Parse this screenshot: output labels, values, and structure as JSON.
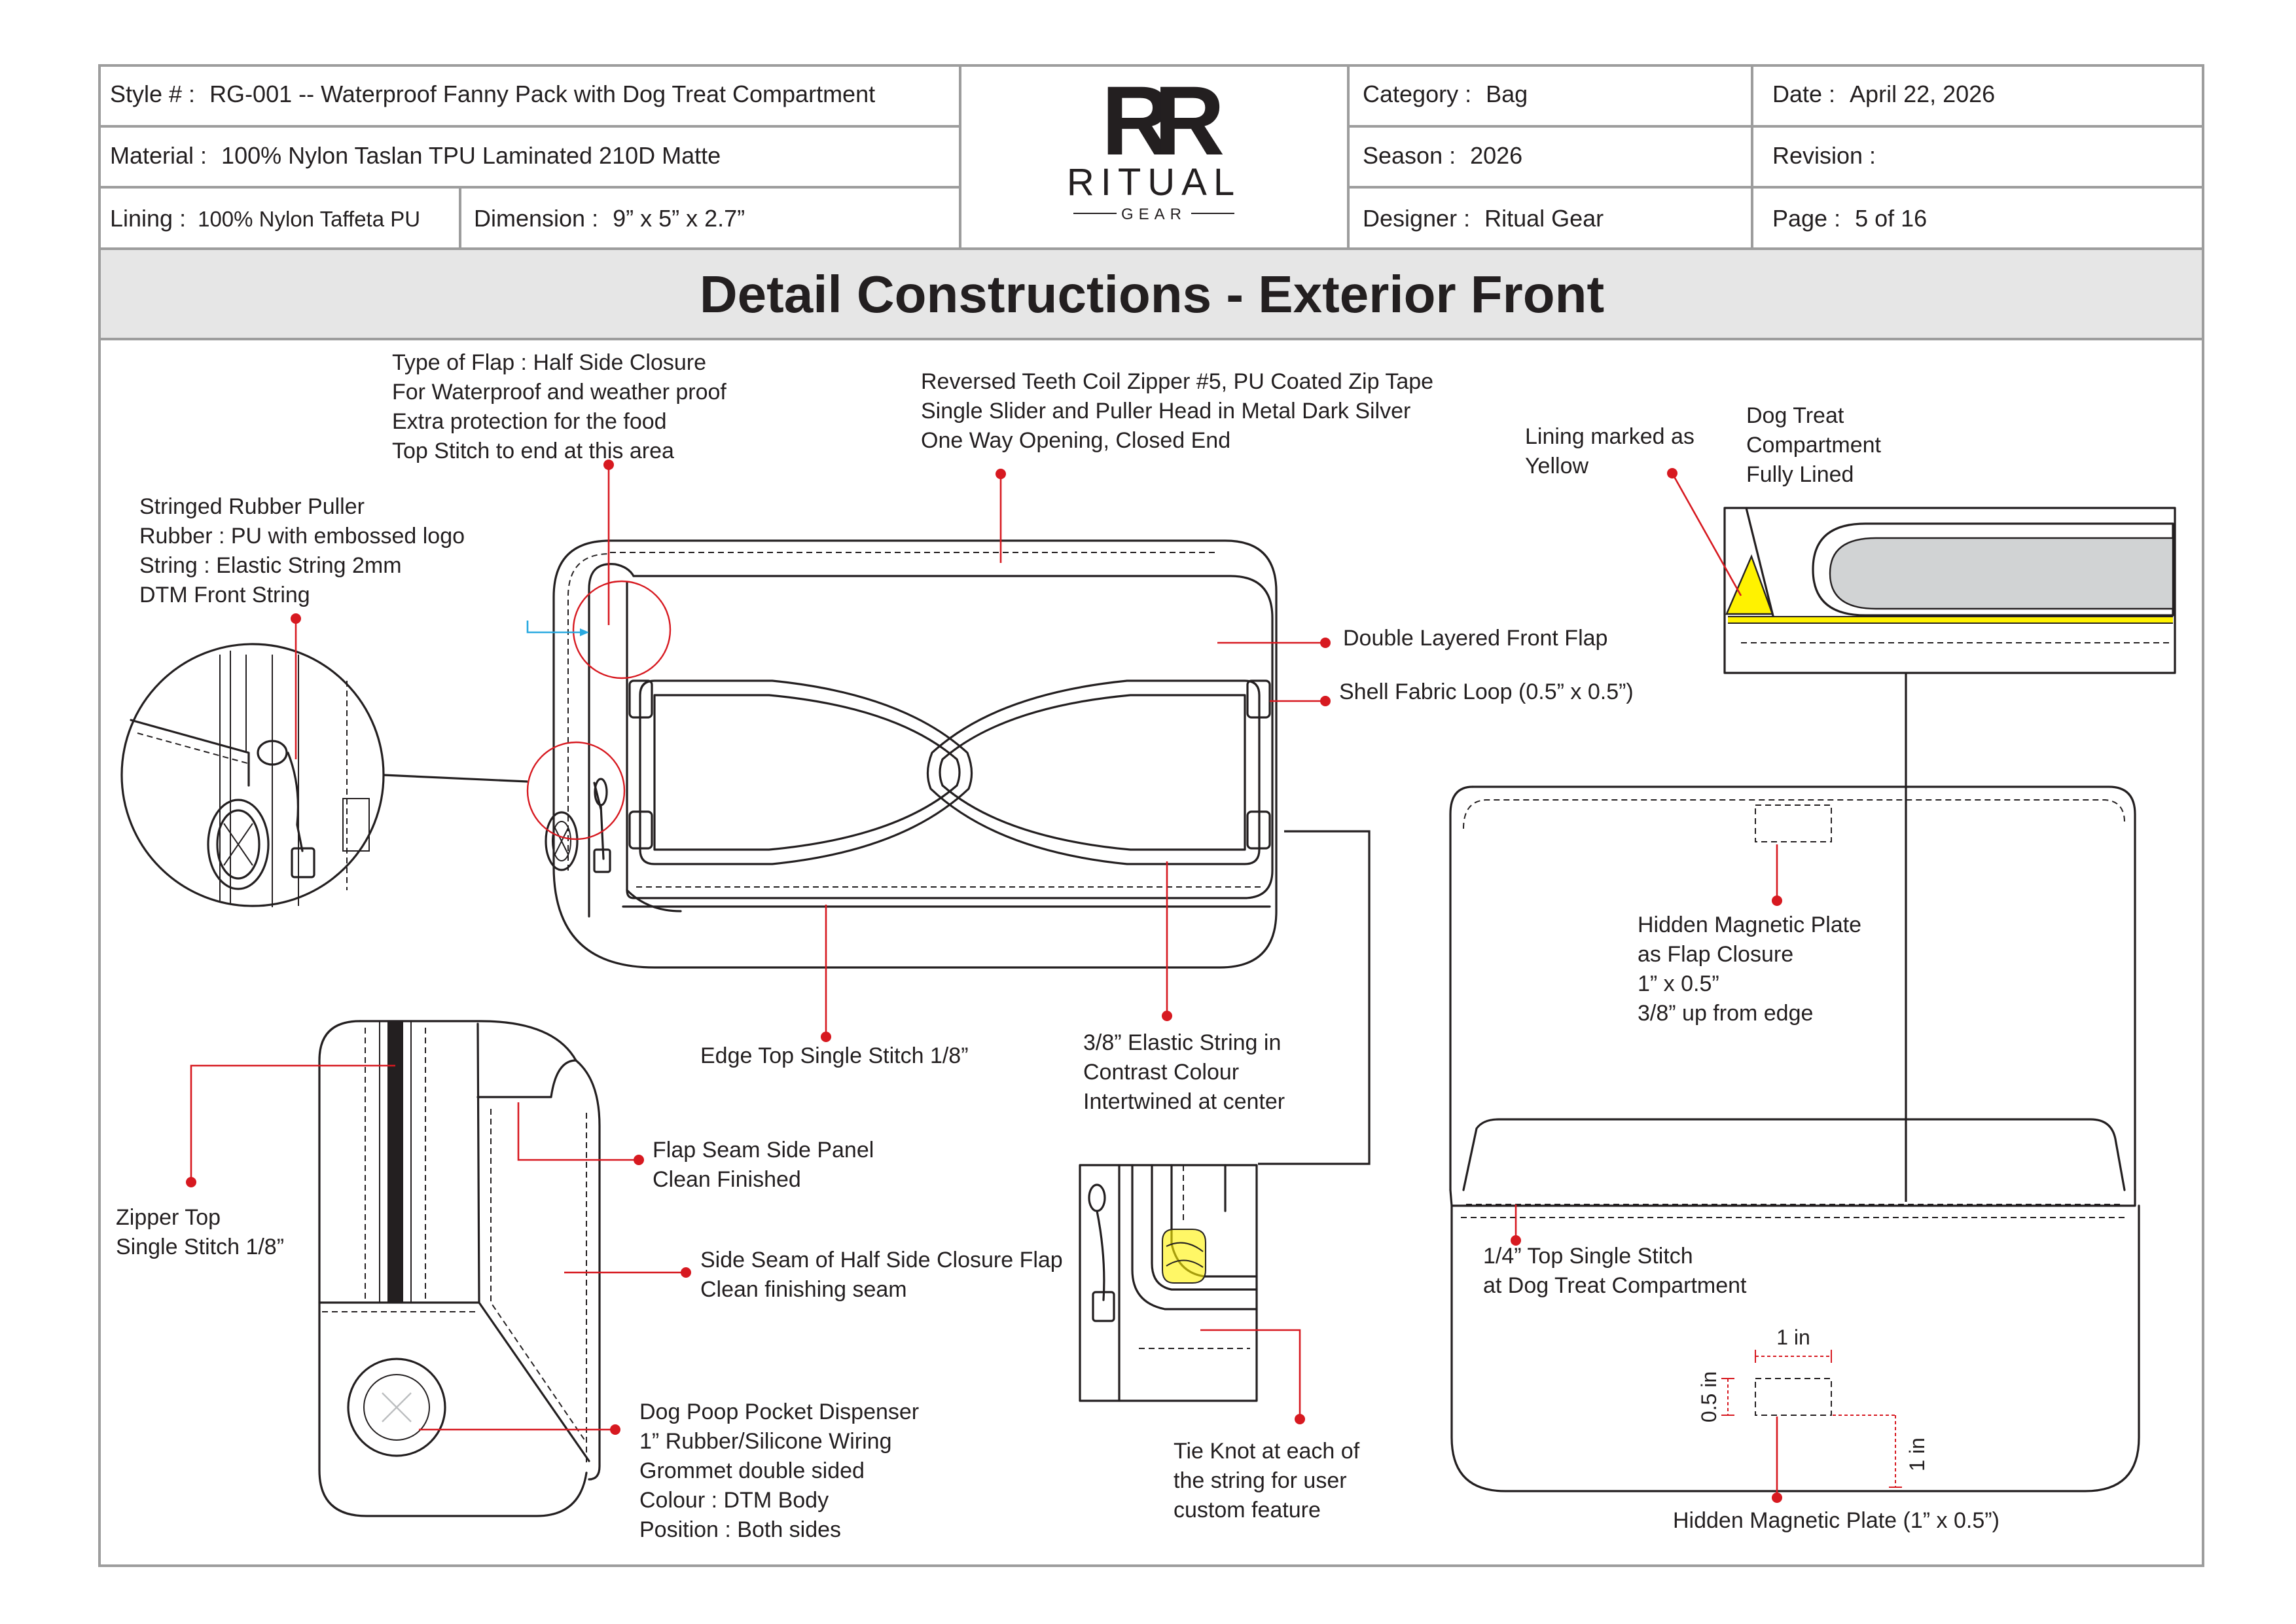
{
  "header": {
    "style_label": "Style # :",
    "style_value": "RG-001 -- Waterproof Fanny Pack with Dog Treat Compartment",
    "material_label": "Material :",
    "material_value": "100% Nylon Taslan TPU Laminated 210D Matte",
    "lining_label": "Lining :",
    "lining_value": "100% Nylon Taffeta PU",
    "dimension_label": "Dimension :",
    "dimension_value": "9” x 5” x 2.7”",
    "category_label": "Category :",
    "category_value": "Bag",
    "season_label": "Season :",
    "season_value": "2026",
    "designer_label": "Designer :",
    "designer_value": "Ritual Gear",
    "date_label": "Date :",
    "date_value": "April 22, 2026",
    "revision_label": "Revision :",
    "revision_value": "",
    "page_label": "Page :",
    "page_value": "5 of 16"
  },
  "brand": {
    "monogram": "RR",
    "name": "RITUAL",
    "sub": "GEAR"
  },
  "title": "Detail Constructions - Exterior Front",
  "callouts": {
    "flap_type": [
      "Type of Flap : Half Side Closure",
      "For Waterproof and weather proof",
      "Extra protection for the food",
      "Top Stitch to end at this area"
    ],
    "zipper": [
      "Reversed Teeth Coil Zipper #5, PU Coated Zip Tape",
      "Single Slider and Puller Head in Metal Dark Silver",
      "One Way Opening, Closed End"
    ],
    "lining_yellow": [
      "Lining marked as",
      "Yellow"
    ],
    "dog_treat": [
      "Dog Treat",
      "Compartment",
      "Fully Lined"
    ],
    "puller": [
      "Stringed Rubber Puller",
      "Rubber : PU with embossed logo",
      "String : Elastic String 2mm",
      "DTM Front String"
    ],
    "front_flap": "Double Layered Front Flap",
    "loop": "Shell Fabric Loop (0.5” x 0.5”)",
    "edge_stitch": "Edge Top Single Stitch 1/8”",
    "elastic": [
      "3/8” Elastic String in",
      "Contrast Colour",
      "Intertwined at center"
    ],
    "magnet_top": [
      "Hidden Magnetic Plate",
      "as Flap Closure",
      "1” x 0.5”",
      "3/8” up from edge"
    ],
    "flap_seam": [
      "Flap Seam Side Panel",
      "Clean Finished"
    ],
    "zipper_top": [
      "Zipper Top",
      "Single Stitch 1/8”"
    ],
    "side_seam": [
      "Side Seam of Half Side Closure Flap",
      "Clean finishing seam"
    ],
    "top_stitch_dt": [
      "1/4” Top Single Stitch",
      "at Dog Treat Compartment"
    ],
    "poop": [
      "Dog Poop Pocket Dispenser",
      "1” Rubber/Silicone Wiring",
      "Grommet double sided",
      "Colour : DTM Body",
      "Position : Both sides"
    ],
    "tie_knot": [
      "Tie Knot at each of",
      "the string for user",
      "custom feature"
    ],
    "magnet_bottom": "Hidden Magnetic Plate (1” x 0.5”)",
    "dim_width": "1 in",
    "dim_height": "0.5 in",
    "dim_offset": "1 in"
  },
  "colors": {
    "frame": "#9d9d9d",
    "title_band": "#e6e6e6",
    "leader": "#d71920",
    "lining_yellow": "#fff200",
    "ink": "#231f20",
    "flap_gray": "#d1d3d4"
  }
}
